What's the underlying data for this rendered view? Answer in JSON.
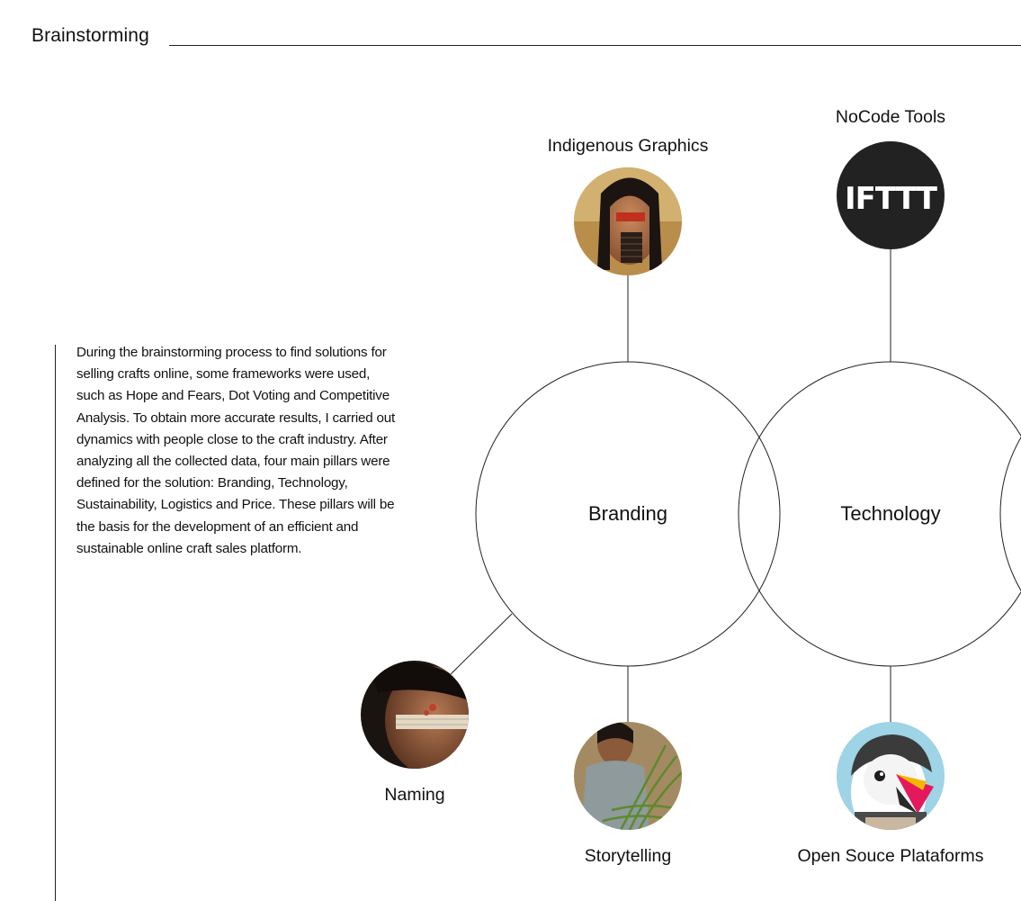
{
  "page": {
    "title": "Brainstorming",
    "description": "During the brainstorming process to find solutions for selling crafts online, some frameworks were used, such as Hope and Fears, Dot Voting and Competitive Analysis. To obtain more accurate results, I carried out dynamics with people close to the craft industry. After analyzing all the collected data, four main pillars were defined for the solution: Branding, Technology, Sustainability, Logistics and Price. These pillars will be the basis for the development of an efficient and sustainable online craft sales platform."
  },
  "pillars": {
    "branding": "Branding",
    "technology": "Technology"
  },
  "nodes": {
    "indigenous_graphics": "Indigenous Graphics",
    "nocode_tools": "NoCode Tools",
    "naming": "Naming",
    "storytelling": "Storytelling",
    "open_source": "Open Souce Plataforms"
  },
  "logos": {
    "ifttt": "IFTTT"
  },
  "colors": {
    "ink": "#111111",
    "ifttt_bg": "#222222",
    "prestashop_bg": "#9fd3e6",
    "prestashop_beak": "#e5185d"
  }
}
